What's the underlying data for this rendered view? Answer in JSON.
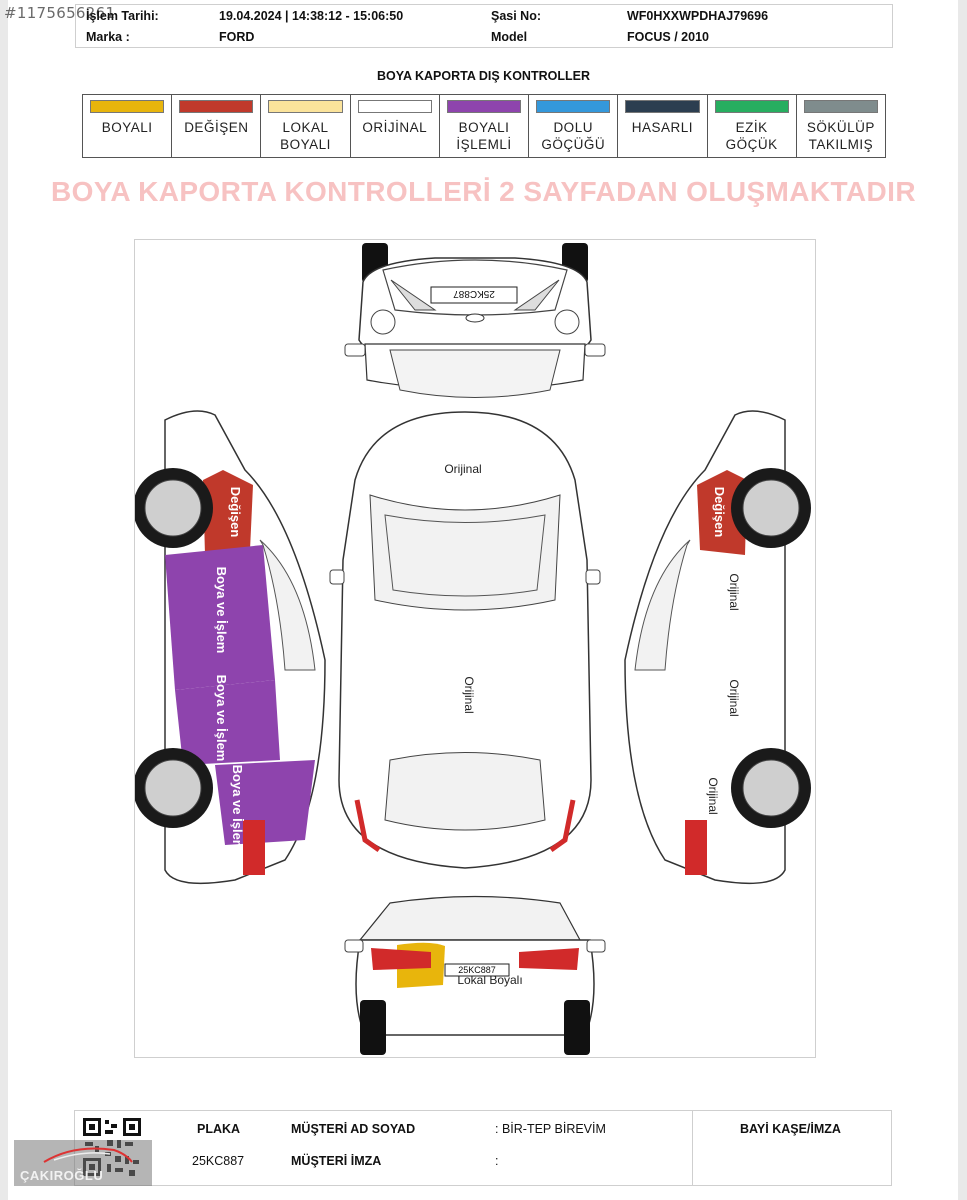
{
  "listing_id": "#1175656261",
  "header": {
    "islem_label": "İşlem Tarihi:",
    "islem_value": "19.04.2024 | 14:38:12 - 15:06:50",
    "sasi_label": "Şasi No:",
    "sasi_value": "WF0HXXWPDHAJ79696",
    "marka_label": "Marka :",
    "marka_value": "FORD",
    "model_label": "Model",
    "model_value": "FOCUS / 2010"
  },
  "legend": {
    "title": "BOYA KAPORTA DIŞ KONTROLLER",
    "items": [
      {
        "label": "BOYALI",
        "color": "#e8b50c"
      },
      {
        "label": "DEĞİŞEN",
        "color": "#c0392b"
      },
      {
        "label": "LOKAL\nBOYALI",
        "color": "#fbe39b"
      },
      {
        "label": "ORİJİNAL",
        "color": "#ffffff"
      },
      {
        "label": "BOYALI\nİŞLEMLİ",
        "color": "#8e44ad"
      },
      {
        "label": "DOLU\nGÖÇÜĞÜ",
        "color": "#3498db"
      },
      {
        "label": "HASARLI",
        "color": "#2c3e50"
      },
      {
        "label": "EZİK\nGÖÇÜK",
        "color": "#27ae60"
      },
      {
        "label": "SÖKÜLÜP\nTAKILMIŞ",
        "color": "#7f8c8d"
      }
    ]
  },
  "banner": "BOYA KAPORTA KONTROLLERİ 2 SAYFADAN OLUŞMAKTADIR",
  "diagram": {
    "front_plate": "25KC887",
    "rear_plate": "25KC887",
    "top_hood": "Orijinal",
    "top_roof": "Orijinal",
    "left_fender": "Değişen",
    "left_front_door": "Boya ve İşlem",
    "left_rear_door": "Boya ve İşlem",
    "left_quarter": "Boya ve İşlem",
    "right_fender": "Değişen",
    "right_front_door": "Orijinal",
    "right_rear_door": "Orijinal",
    "right_quarter": "Orijinal",
    "rear_trunk": "Lokal Boyalı",
    "colors": {
      "degisen": "#c0392b",
      "islem": "#8e44ad",
      "lokal": "#e8b50c"
    }
  },
  "footer": {
    "plaka_label": "PLAKA",
    "plaka_value": "25KC887",
    "musteri_ad_label": "MÜŞTERİ AD SOYAD",
    "musteri_ad_value": ": BİR-TEP BİREVİM",
    "musteri_imza_label": "MÜŞTERİ İMZA",
    "musteri_imza_value": ":",
    "bayi_label": "BAYİ KAŞE/İMZA"
  },
  "watermark": "ÇAKIROĞLU"
}
